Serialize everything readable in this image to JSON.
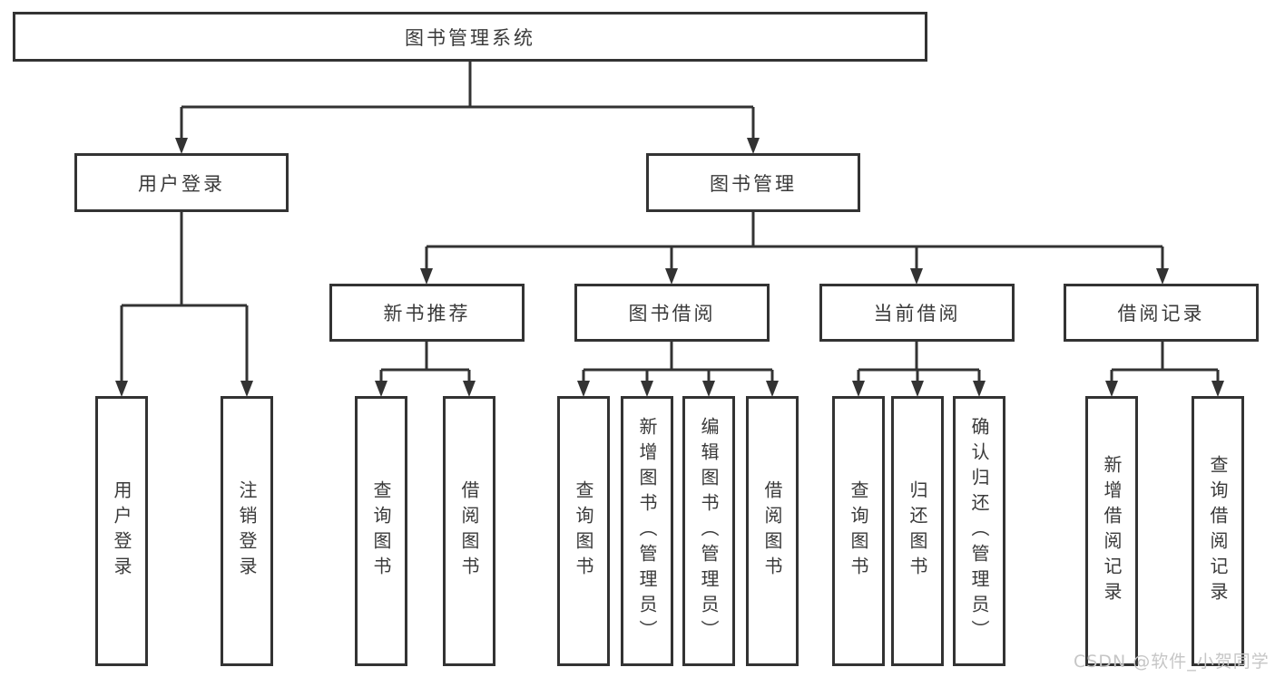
{
  "tree": {
    "root": {
      "label": "图书管理系统"
    },
    "branches": [
      {
        "label": "用户登录",
        "children": [
          {
            "label": "用户登录"
          },
          {
            "label": "注销登录"
          }
        ]
      },
      {
        "label": "图书管理",
        "sections": [
          {
            "label": "新书推荐",
            "children": [
              {
                "label": "查询图书"
              },
              {
                "label": "借阅图书"
              }
            ]
          },
          {
            "label": "图书借阅",
            "children": [
              {
                "label": "查询图书"
              },
              {
                "label": "新增图书（管理员）"
              },
              {
                "label": "编辑图书（管理员）"
              },
              {
                "label": "借阅图书"
              }
            ]
          },
          {
            "label": "当前借阅",
            "children": [
              {
                "label": "查询图书"
              },
              {
                "label": "归还图书"
              },
              {
                "label": "确认归还（管理员）"
              }
            ]
          },
          {
            "label": "借阅记录",
            "children": [
              {
                "label": "新增借阅记录"
              },
              {
                "label": "查询借阅记录"
              }
            ]
          }
        ]
      }
    ]
  },
  "watermark": {
    "text": "CSDN @软件_小贺同学"
  },
  "colors": {
    "background": "#ffffff",
    "border": "#333333",
    "line": "#333333",
    "text": "#3a3a3a",
    "watermark": "#c6c6c6"
  }
}
